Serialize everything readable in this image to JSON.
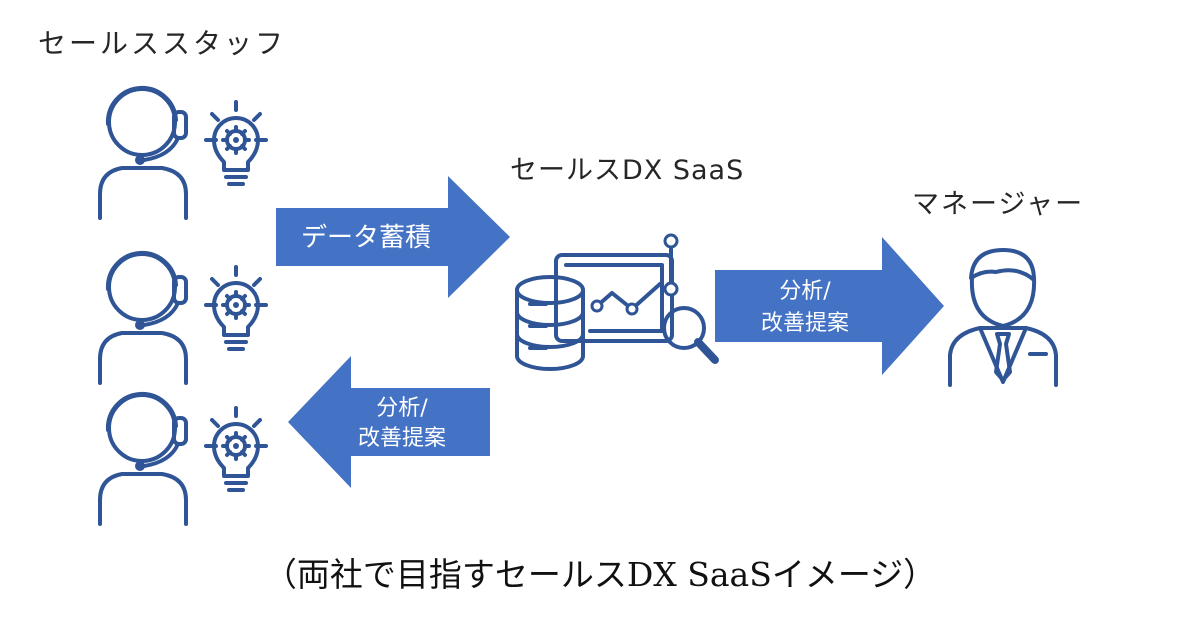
{
  "labels": {
    "sales_staff": "セールススタッフ",
    "saas": "セールスDX SaaS",
    "manager": "マネージャー"
  },
  "arrows": {
    "accumulate": "データ蓄積",
    "to_manager_line1": "分析/",
    "to_manager_line2": "改善提案",
    "to_staff_line1": "分析/",
    "to_staff_line2": "改善提案"
  },
  "caption": "（両社で目指すセールスDX SaaSイメージ）",
  "colors": {
    "arrow_fill": "#4472c4",
    "icon_stroke": "#2f5596",
    "text": "#262626"
  },
  "icons": [
    "headset-person-icon",
    "lightbulb-gear-icon",
    "database-icon",
    "analytics-monitor-icon",
    "magnifier-icon",
    "manager-person-icon"
  ]
}
